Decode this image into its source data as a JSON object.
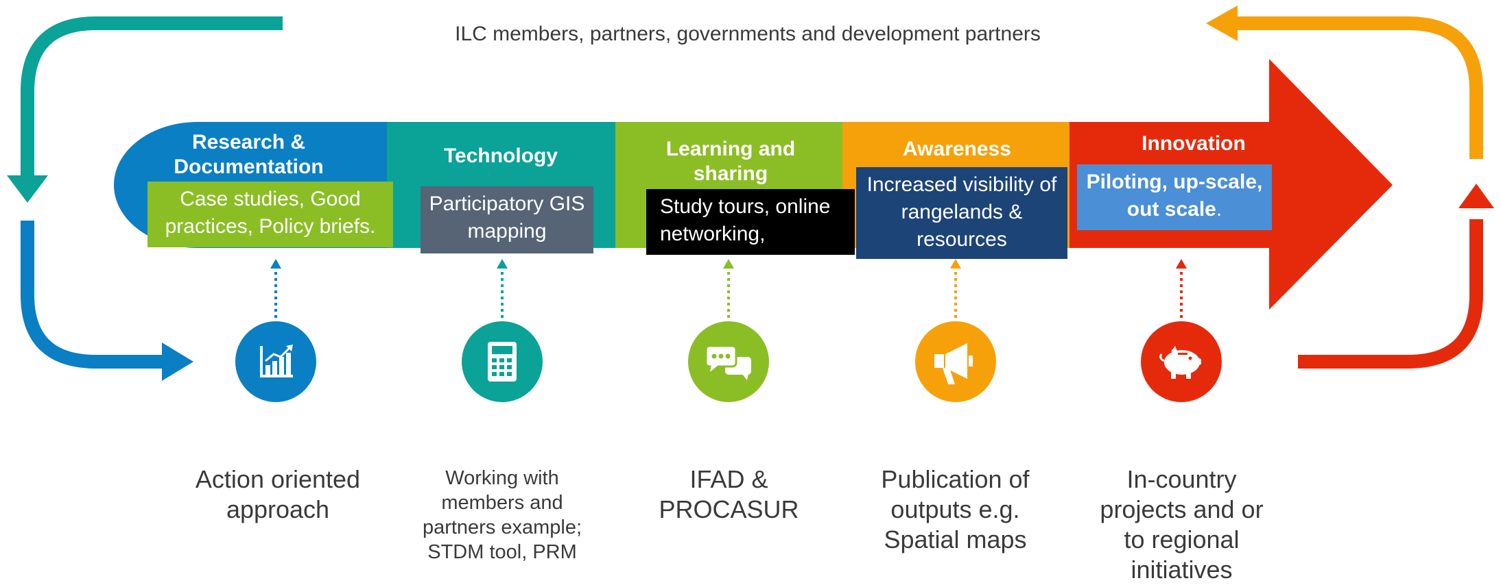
{
  "header": {
    "text": "ILC members, partners, governments and development partners"
  },
  "colors": {
    "blue": "#0a7fc4",
    "teal": "#0ba297",
    "green": "#8bbe25",
    "orange": "#f7a10a",
    "red": "#e52a0b",
    "grey_box": "#566476",
    "navy_box": "#1d4477",
    "light_blue_box": "#4b8fd6",
    "bottom_text": "#3a3a3a"
  },
  "stages": [
    {
      "title": "Research & Documentation",
      "box_text": "Case studies, Good practices, Policy briefs.",
      "icon": "growth-chart-icon",
      "bottom_label": "Action oriented approach"
    },
    {
      "title": "Technology",
      "box_text": "Participatory GIS mapping",
      "icon": "calculator-icon",
      "bottom_label": "Working with members and partners example; STDM tool, PRM"
    },
    {
      "title": "Learning and sharing",
      "box_text": "Study tours, online networking,",
      "icon": "chat-bubbles-icon",
      "bottom_label": "IFAD & PROCASUR"
    },
    {
      "title": "Awareness",
      "box_text": "Increased visibility of rangelands & resources",
      "icon": "megaphone-icon",
      "bottom_label": "Publication of outputs e.g. Spatial maps"
    },
    {
      "title": "Innovation",
      "box_text_bold": "Piloting, up-scale, out scale",
      "box_text_tail": ".",
      "icon": "piggy-bank-icon",
      "bottom_label": "In-country projects and or to regional initiatives"
    }
  ]
}
